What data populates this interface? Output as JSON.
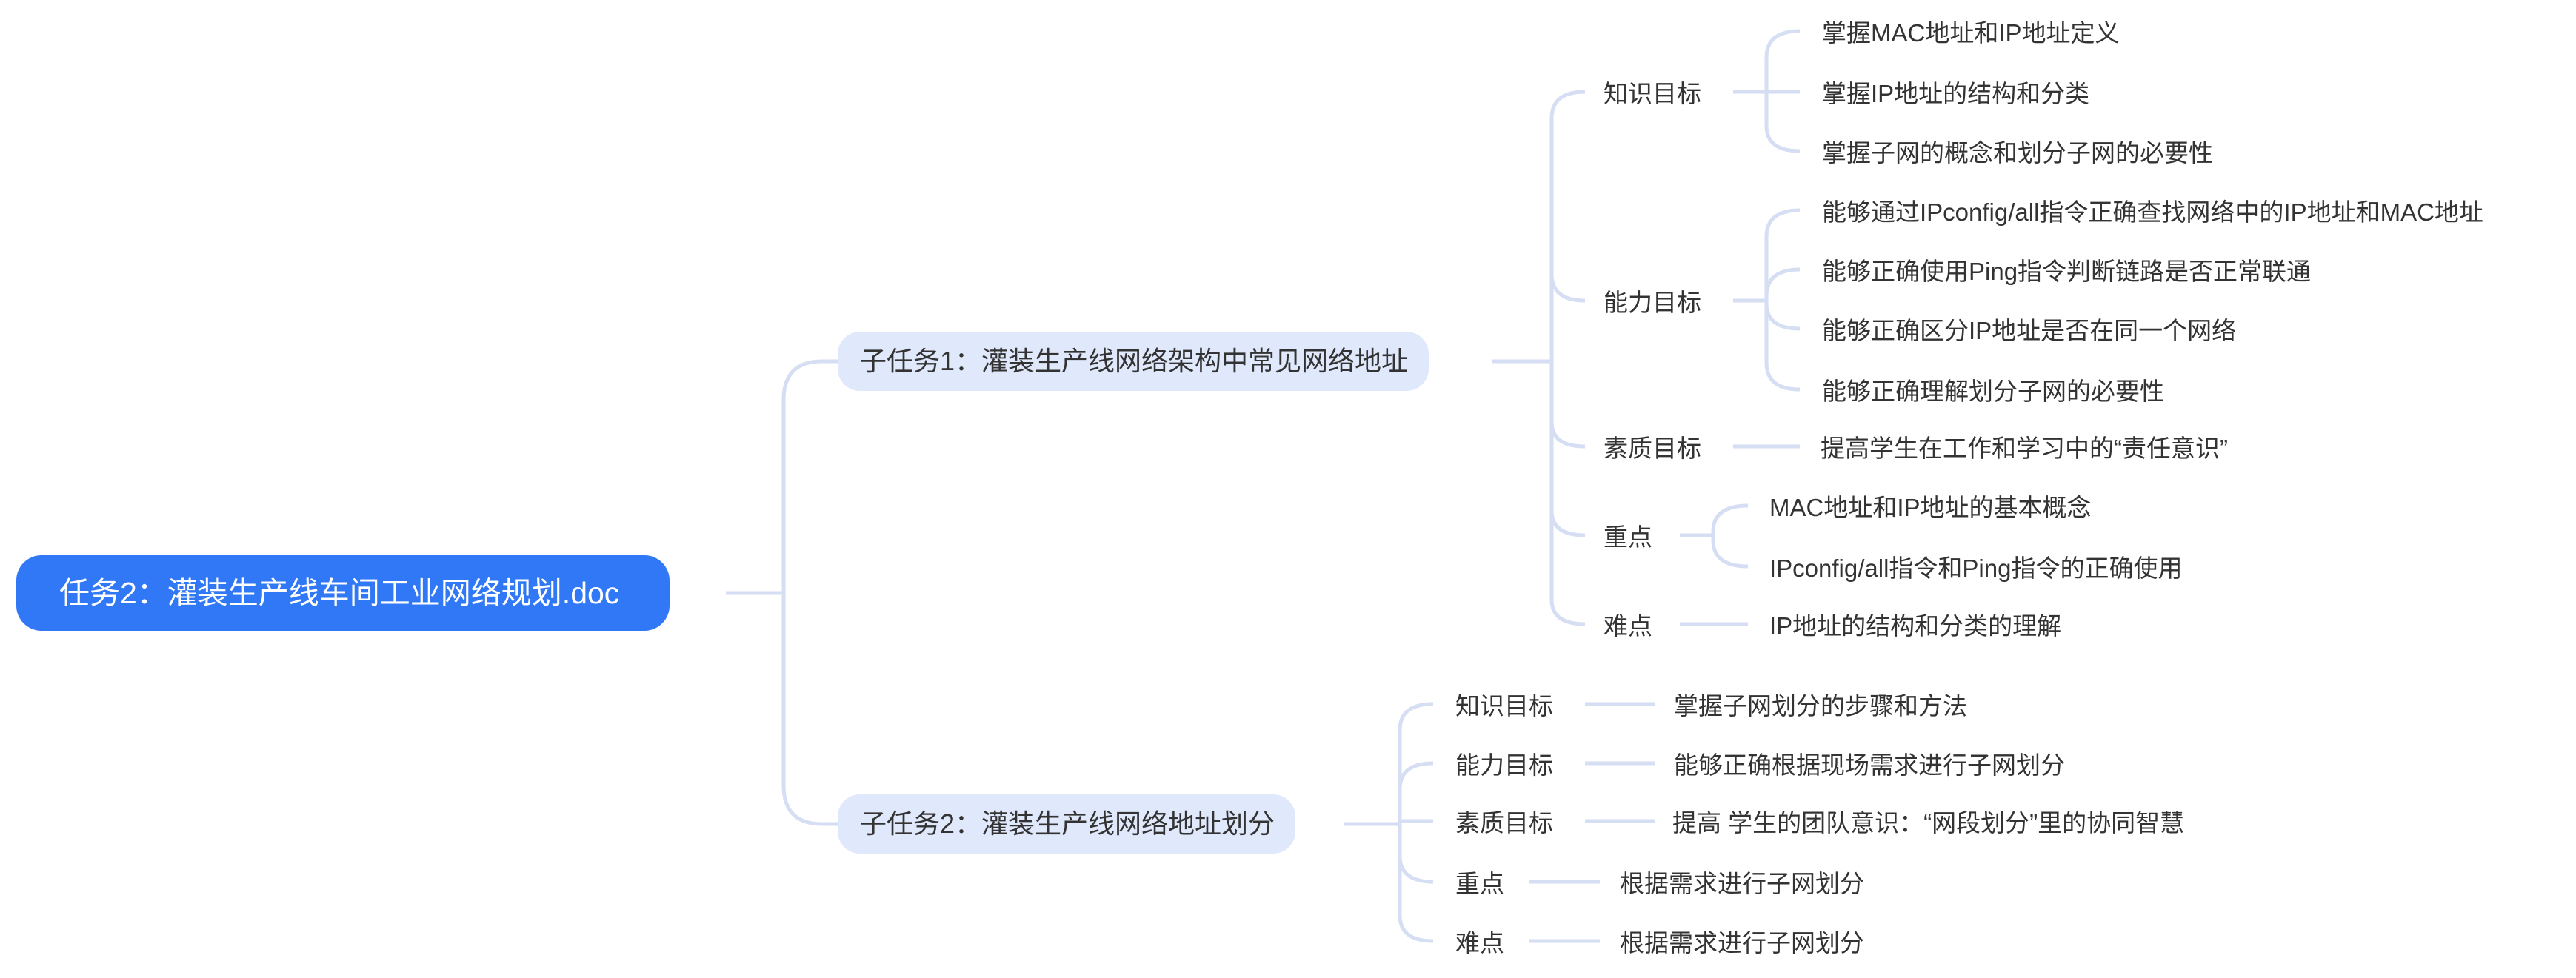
{
  "root": {
    "label": "任务2：灌装生产线车间工业网络规划.doc"
  },
  "subtasks": [
    {
      "label": "子任务1：灌装生产线网络架构中常见网络地址",
      "groups": [
        {
          "label": "知识目标",
          "items": [
            "掌握MAC地址和IP地址定义",
            "掌握IP地址的结构和分类",
            "掌握子网的概念和划分子网的必要性"
          ]
        },
        {
          "label": "能力目标",
          "items": [
            "能够通过IPconfig/all指令正确查找网络中的IP地址和MAC地址",
            "能够正确使用Ping指令判断链路是否正常联通",
            "能够正确区分IP地址是否在同一个网络",
            "能够正确理解划分子网的必要性"
          ]
        },
        {
          "label": "素质目标",
          "items": [
            "提高学生在工作和学习中的“责任意识”"
          ]
        },
        {
          "label": "重点",
          "items": [
            "MAC地址和IP地址的基本概念",
            "IPconfig/all指令和Ping指令的正确使用"
          ]
        },
        {
          "label": "难点",
          "items": [
            "IP地址的结构和分类的理解"
          ]
        }
      ]
    },
    {
      "label": "子任务2：灌装生产线网络地址划分",
      "groups": [
        {
          "label": "知识目标",
          "items": [
            "掌握子网划分的步骤和方法"
          ]
        },
        {
          "label": "能力目标",
          "items": [
            "能够正确根据现场需求进行子网划分"
          ]
        },
        {
          "label": "素质目标",
          "items": [
            "提高 学生的团队意识：“网段划分”里的协同智慧"
          ]
        },
        {
          "label": "重点",
          "items": [
            "根据需求进行子网划分"
          ]
        },
        {
          "label": "难点",
          "items": [
            "根据需求进行子网划分"
          ]
        }
      ]
    }
  ],
  "colors": {
    "root": "#3178f6",
    "subtask": "#e0e8fc",
    "line": "#d6def3"
  }
}
